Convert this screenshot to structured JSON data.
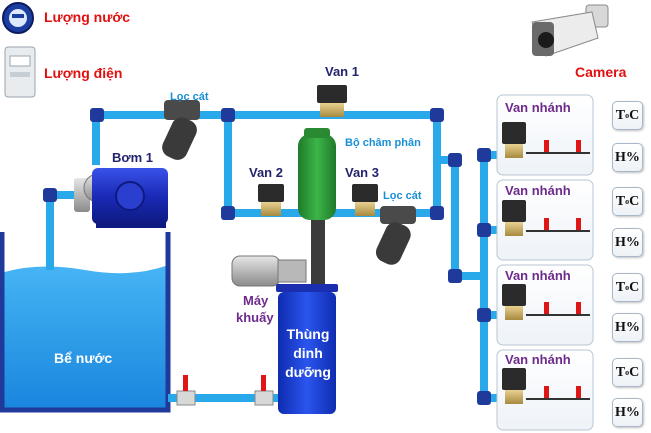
{
  "legend": {
    "water_meter": "Lượng nước",
    "power_meter": "Lượng điện",
    "camera": "Camera"
  },
  "labels": {
    "pump": "Bơm 1",
    "sand_filter_1": "Lọc cát",
    "sand_filter_2": "Lọc cát",
    "valve_1": "Van 1",
    "valve_2": "Van 2",
    "valve_3": "Van 3",
    "injector": "Bộ châm phân",
    "mixer_line1": "Máy",
    "mixer_line2": "khuấy",
    "water_tank": "Bể nước",
    "nutrient_line1": "Thùng",
    "nutrient_line2": "dinh",
    "nutrient_line3": "dưỡng"
  },
  "branches": [
    {
      "label": "Van nhánh",
      "temp": "T",
      "temp_unit": "o",
      "temp_suffix": "C",
      "humidity": "H%"
    },
    {
      "label": "Van nhánh",
      "temp": "T",
      "temp_unit": "o",
      "temp_suffix": "C",
      "humidity": "H%"
    },
    {
      "label": "Van nhánh",
      "temp": "T",
      "temp_unit": "o",
      "temp_suffix": "C",
      "humidity": "H%"
    },
    {
      "label": "Van nhánh",
      "temp": "T",
      "temp_unit": "o",
      "temp_suffix": "C",
      "humidity": "H%"
    }
  ],
  "colors": {
    "pipe": "#29a8ea",
    "pipe_joint": "#1f3a9a",
    "tank_water": "#2aa0ee",
    "nutrient_tank": "#1538c8",
    "pump_body": "#1d2fc0",
    "valve_red": "#e01515"
  },
  "icons": [
    "water-meter-icon",
    "power-meter-icon",
    "camera-icon",
    "pump-icon",
    "filter-icon",
    "solenoid-valve-icon",
    "injector-icon",
    "mixer-motor-icon",
    "ball-valve-icon"
  ]
}
